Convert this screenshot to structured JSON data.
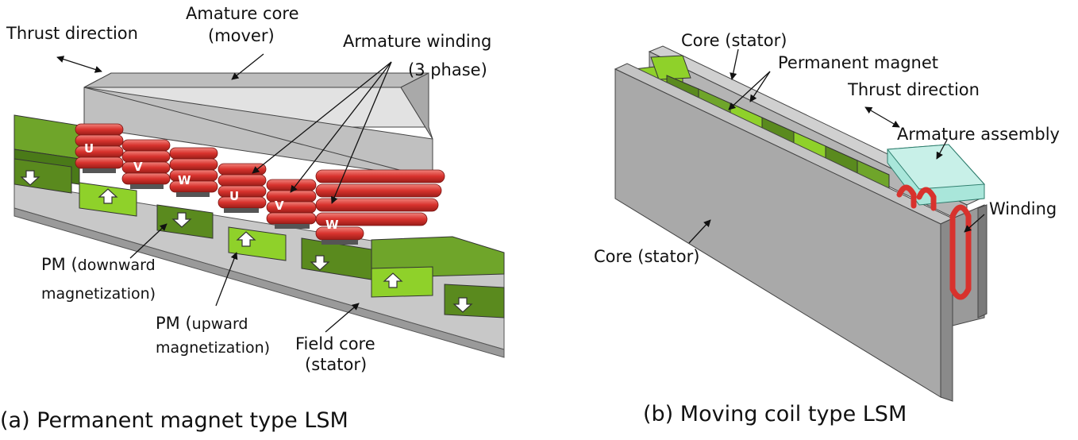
{
  "panel_a": {
    "caption": "(a) Permanent magnet type LSM",
    "labels": {
      "thrust": "Thrust direction",
      "core_1": "Amature core",
      "core_2": "(mover)",
      "winding_1": "Armature winding",
      "winding_2": "(3 phase)",
      "pm_down_1": "PM (",
      "pm_down_1b": "downward",
      "pm_down_2": "magnetization)",
      "pm_up_1": "PM (",
      "pm_up_1b": "upward",
      "pm_up_2": "magnetization)",
      "field_1": "Field core",
      "field_2": "(stator)"
    },
    "coils": [
      "U",
      "V",
      "W",
      "U",
      "V",
      "W"
    ]
  },
  "panel_b": {
    "caption": "(b) Moving coil type LSM",
    "labels": {
      "core_top": "Core (stator)",
      "pm": "Permanent magnet",
      "thrust": "Thrust direction",
      "armature": "Armature assembly",
      "winding": "Winding",
      "core_bottom": "Core (stator)"
    }
  },
  "colors": {
    "pm_dark_green": "#5a8a1e",
    "pm_light_green": "#8fd12a",
    "core_gray": "#b8b8b8",
    "coil_red": "#d8322d",
    "armature_cyan": "#a9e6da"
  }
}
